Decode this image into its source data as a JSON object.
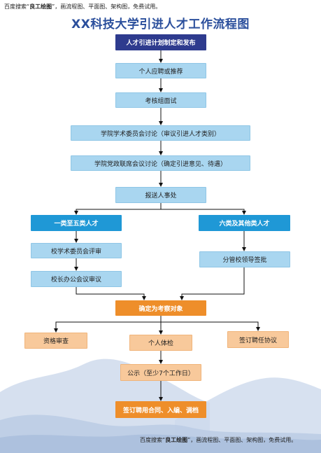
{
  "watermark": {
    "prefix": "百度搜索“",
    "brand": "良工绘图",
    "suffix": "”，画流程图、平面图、架构图，免费试用。"
  },
  "title": "XX科技大学引进人才工作流程图",
  "nodes": {
    "plan": "人才引进计划制定和发布",
    "apply": "个人应聘或推荐",
    "interview": "考核组面试",
    "academic_committee": "学院学术委员会讨论（审议引进人才类别）",
    "party_committee": "学院党政联席会议讨论（确定引进意见、待遇）",
    "report_hr": "报送人事处",
    "class_1_5": "一类至五类人才",
    "class_6_other": "六类及其他类人才",
    "school_review": "校学术委员会评审",
    "president_meeting": "校长办公会议审议",
    "leader_approval": "分管校领导签批",
    "determine": "确定为考察对象",
    "qualification": "资格审查",
    "physical": "个人体检",
    "sign_intent": "签订聘任协议",
    "publicity": "公示（至少7个工作日）",
    "contract": "签订聘用合同、入编、调档"
  },
  "colors": {
    "navy": "#2e3b8e",
    "light_blue": "#a9d6f0",
    "blue": "#1f98d6",
    "orange": "#ee8e2a",
    "peach": "#f8c99b",
    "title": "#2b4f9c"
  }
}
